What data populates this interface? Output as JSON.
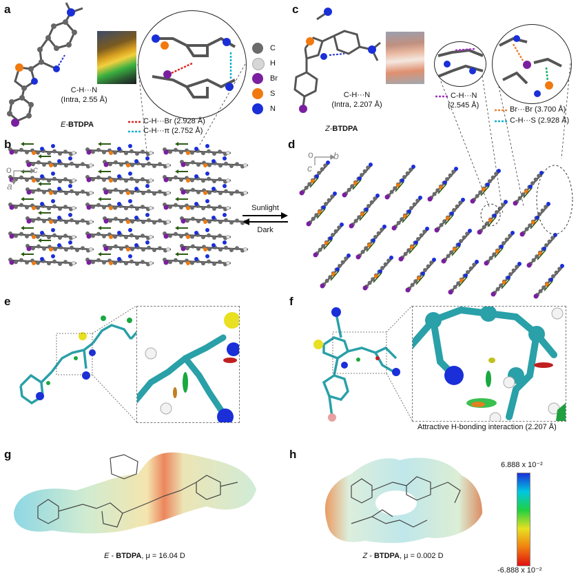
{
  "panels": {
    "a": "a",
    "b": "b",
    "c": "c",
    "d": "d",
    "e": "e",
    "f": "f",
    "g": "g",
    "h": "h"
  },
  "panel_a": {
    "intra_label_line1": "C-H···N",
    "intra_label_line2": "(Intra, 2.55 Å)",
    "compound_prefix": "E-",
    "compound_name": "BTDPA",
    "legend_red": "C-H···Br (2.928 Å)",
    "legend_cyan": "C-H···π (2.752 Å)"
  },
  "atom_legend": [
    {
      "symbol": "C",
      "color": "#6b6b6b"
    },
    {
      "symbol": "H",
      "color": "#d6d6d6"
    },
    {
      "symbol": "Br",
      "color": "#7a1fa0"
    },
    {
      "symbol": "S",
      "color": "#f07a10"
    },
    {
      "symbol": "N",
      "color": "#1a2fd8"
    }
  ],
  "panel_c": {
    "intra_label_line1": "C-H···N",
    "intra_label_line2": "(Intra, 2.207 Å)",
    "compound_prefix": "Z-",
    "compound_name": "BTDPA",
    "legend_purple": "C-H···N",
    "legend_purple_value": "(2.545 Å)",
    "legend_orange": "Br···Br (3.700 Å)",
    "legend_cyan": "C-H···S (2.928 Å)"
  },
  "axes_b": {
    "origin": "o",
    "horizontal": "c",
    "vertical": "a"
  },
  "axes_d": {
    "origin": "o",
    "horizontal": "b",
    "vertical": "c"
  },
  "switch": {
    "top": "Sunlight",
    "bottom": "Dark"
  },
  "panel_f": {
    "caption": "Attractive H-bonding interaction (2.207 Å)"
  },
  "panel_g": {
    "prefix": "E",
    "name": "BTDPA",
    "mu_value": ", μ = 16.04 D"
  },
  "panel_h": {
    "prefix": "Z",
    "name": "BTDPA",
    "mu_value": ", μ = 0.002 D"
  },
  "colorbar": {
    "max_label": "6.888 x 10⁻²",
    "min_label": "-6.888 x 10⁻²",
    "stops": [
      "#1a2fd8",
      "#00c8e0",
      "#20d040",
      "#e8e020",
      "#f08010",
      "#e01010"
    ]
  }
}
